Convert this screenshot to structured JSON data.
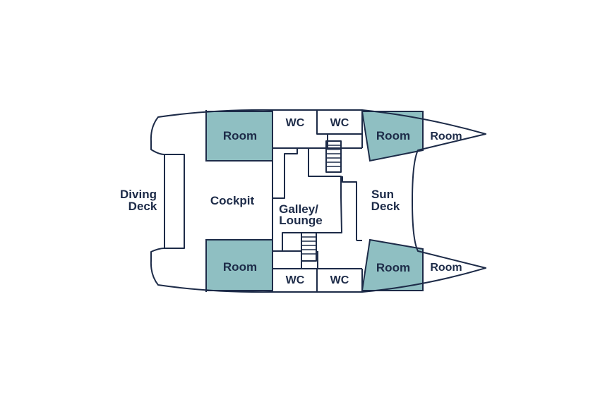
{
  "colors": {
    "outline": "#1d2b48",
    "room_fill": "#8fbfc2",
    "background": "#ffffff"
  },
  "labels": {
    "diving_deck": [
      "Diving",
      "Deck"
    ],
    "cockpit": "Cockpit",
    "galley_lounge": [
      "Galley/",
      "Lounge"
    ],
    "sun_deck": [
      "Sun",
      "Deck"
    ],
    "room": "Room",
    "wc": "WC"
  }
}
